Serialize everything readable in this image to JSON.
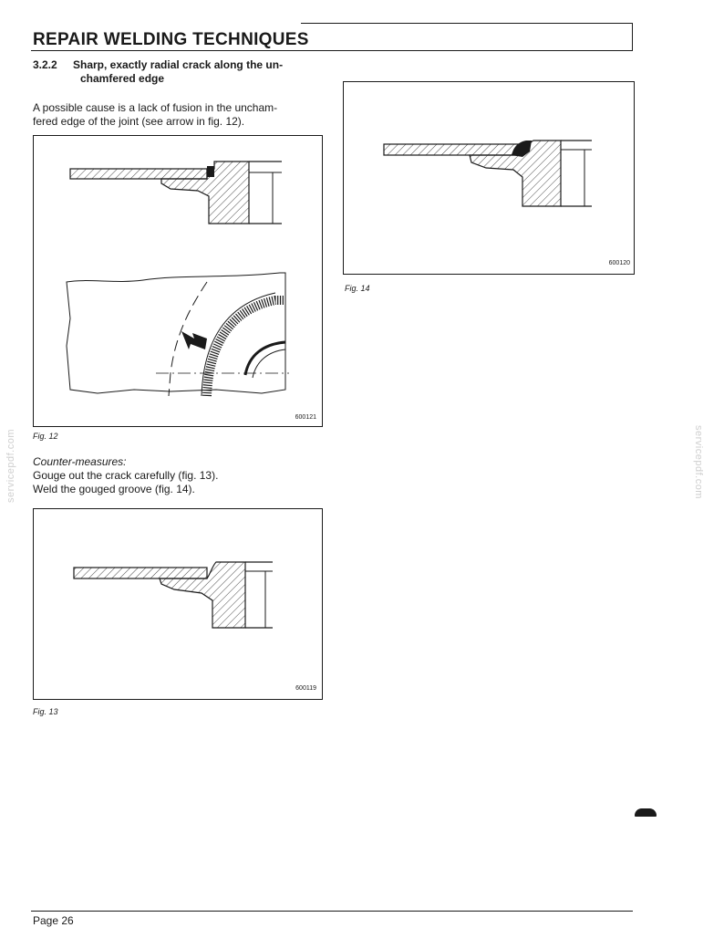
{
  "header": {
    "title": "REPAIR WELDING TECHNIQUES"
  },
  "section": {
    "number": "3.2.2",
    "title_line1": "Sharp, exactly radial crack along the un-",
    "title_line2": "chamfered edge"
  },
  "intro": {
    "line1": "A possible cause is a lack of fusion in the uncham-",
    "line2": "fered edge of the joint (see arrow in fig. 12)."
  },
  "figures": {
    "fig12": {
      "caption": "Fig. 12",
      "code": "600121"
    },
    "fig13": {
      "caption": "Fig. 13",
      "code": "600119"
    },
    "fig14": {
      "caption": "Fig. 14",
      "code": "600120"
    }
  },
  "counter_measures": {
    "heading": "Counter-measures:",
    "line1": "Gouge out the crack carefully (fig. 13).",
    "line2": "Weld the gouged groove (fig. 14)."
  },
  "watermark": "servicepdf.com",
  "footer": {
    "page": "Page 26"
  }
}
